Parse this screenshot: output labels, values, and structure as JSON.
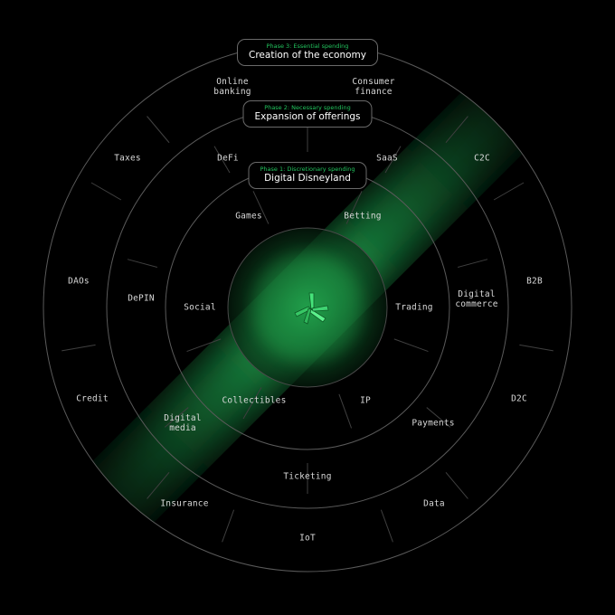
{
  "phases": [
    {
      "phase_label": "Phase 3: Essential spending",
      "title": "Creation of the economy"
    },
    {
      "phase_label": "Phase 2: Necessary spending",
      "title": "Expansion of offerings"
    },
    {
      "phase_label": "Phase 1: Discretionary spending",
      "title": "Digital Disneyland"
    }
  ],
  "outer_ring": [
    "Online\nbanking",
    "Consumer\nfinance",
    "C2C",
    "B2B",
    "D2C",
    "Data",
    "IoT",
    "Insurance",
    "Credit",
    "DAOs",
    "Taxes"
  ],
  "middle_ring": [
    "DeFi",
    "SaaS",
    "Digital\ncommerce",
    "Payments",
    "Ticketing",
    "Digital\nmedia",
    "DePIN"
  ],
  "inner_ring": [
    "Games",
    "Betting",
    "Trading",
    "IP",
    "Collectibles",
    "Social"
  ],
  "colors": {
    "accent": "#22c55e",
    "ring": "#5a5a5a",
    "background": "#000000"
  },
  "center_icon": "brand-logo-icon"
}
